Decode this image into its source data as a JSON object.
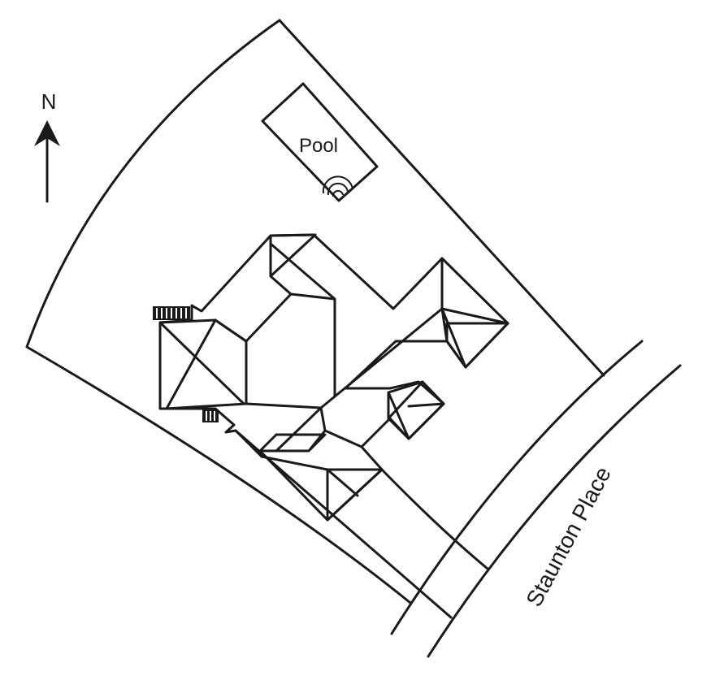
{
  "compass": {
    "label": "N"
  },
  "pool": {
    "label": "Pool"
  },
  "street": {
    "label": "Staunton Place"
  },
  "colors": {
    "ink": "#1a1a1a",
    "background": "#ffffff"
  }
}
